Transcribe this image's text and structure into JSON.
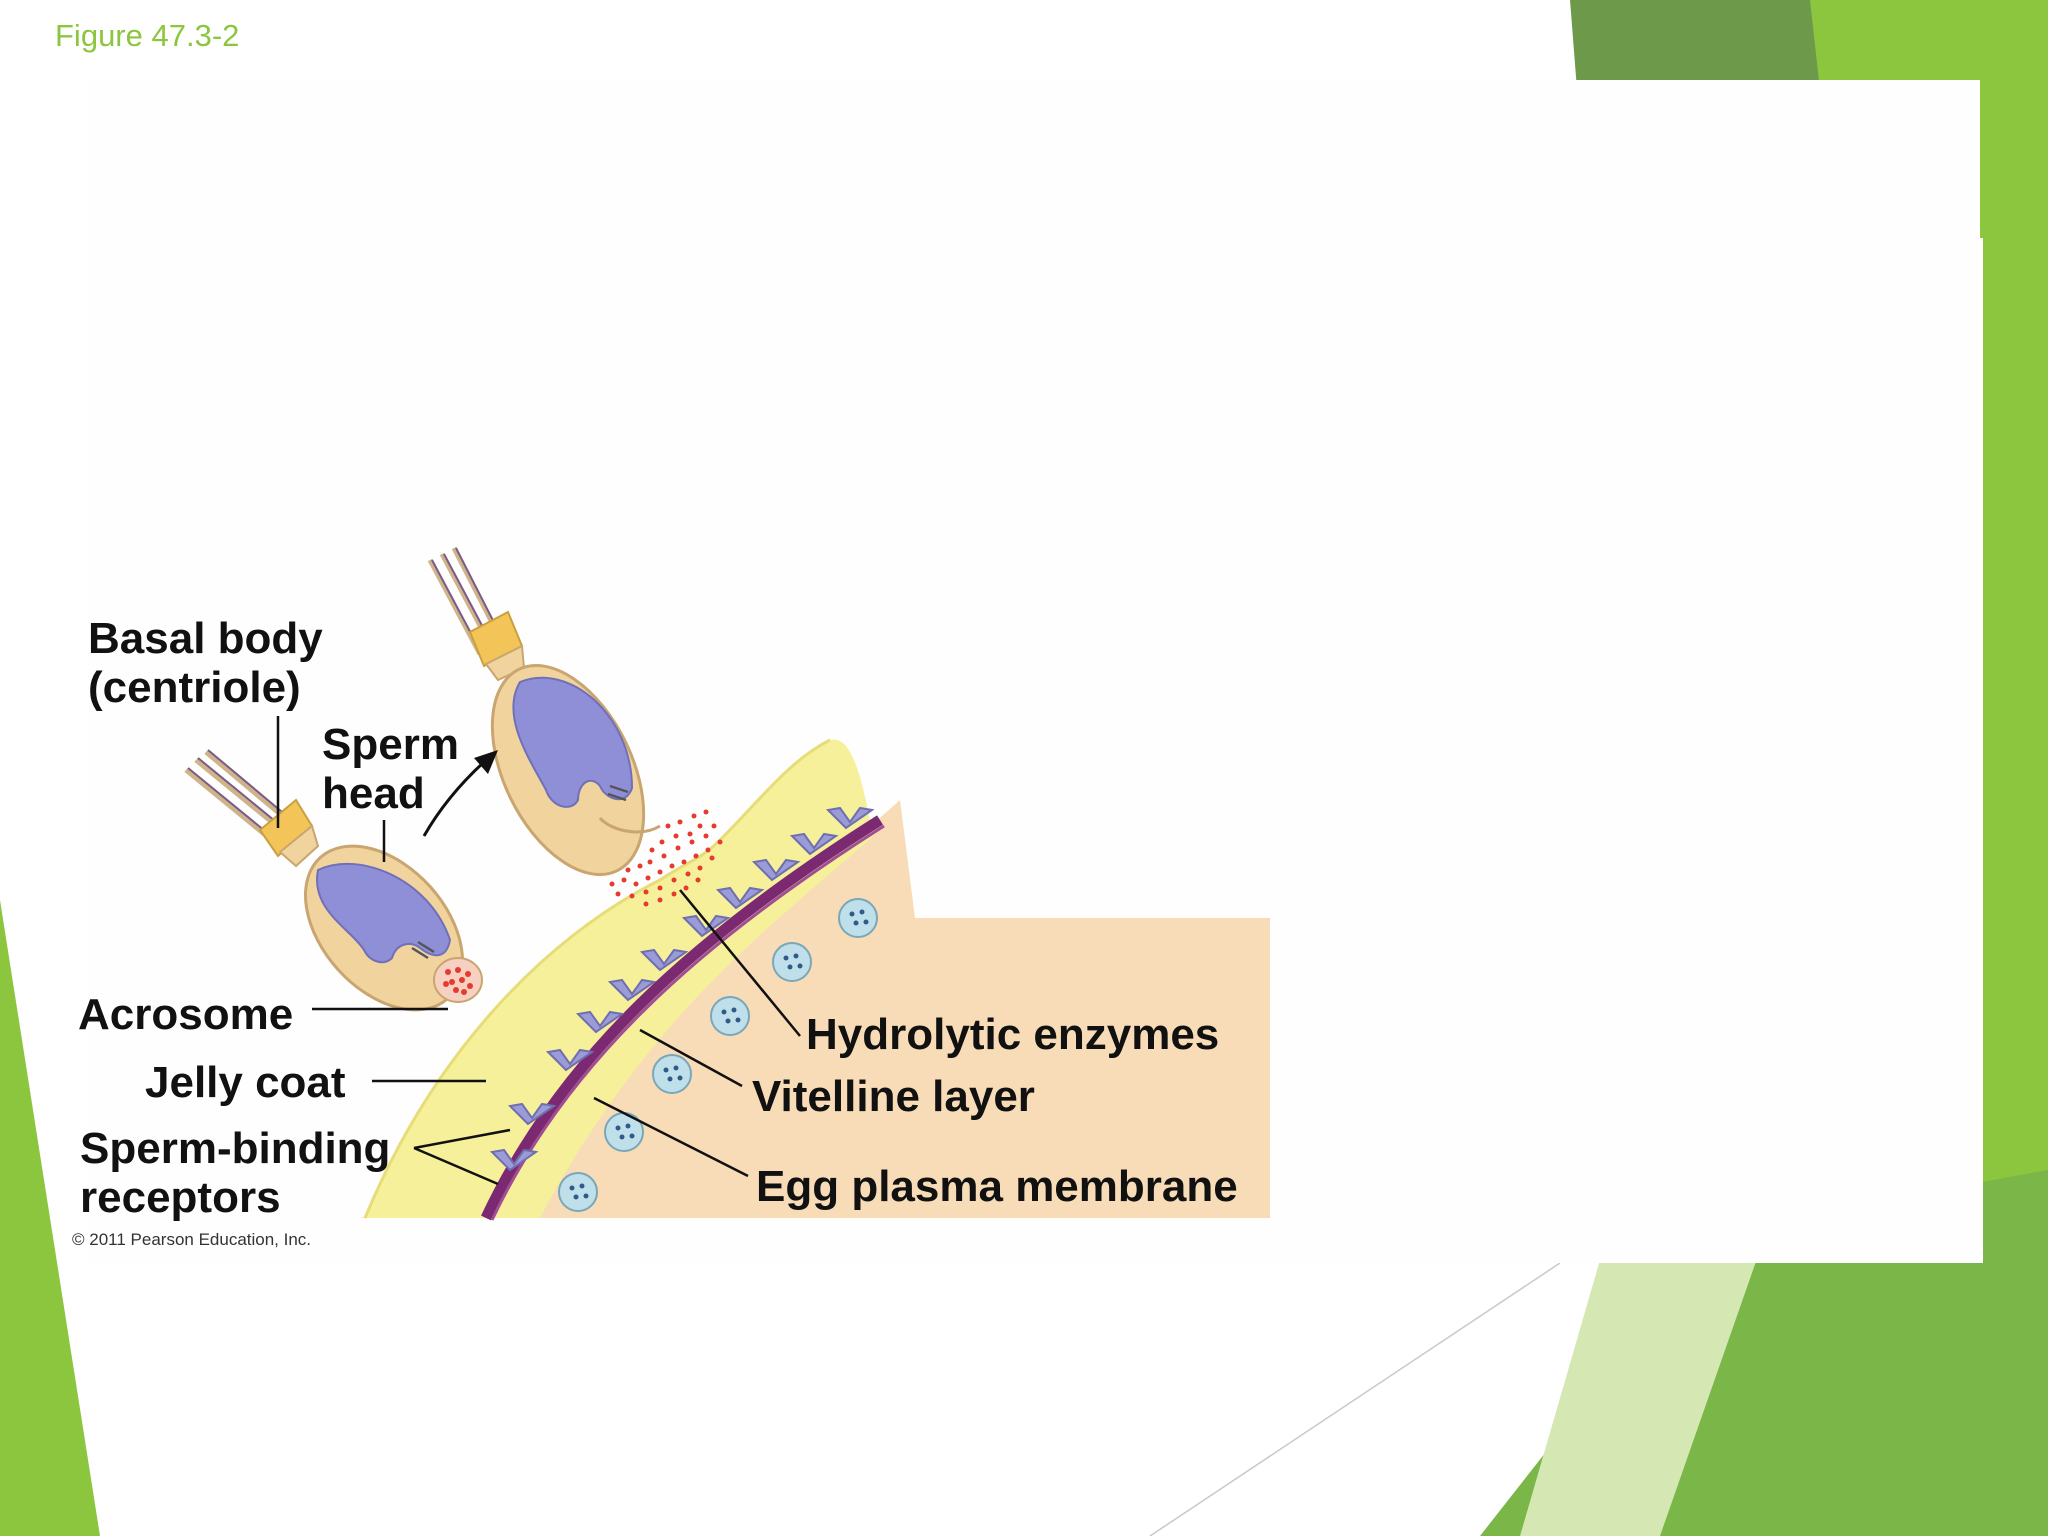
{
  "slide": {
    "title": "Figure 47.3-2",
    "colors": {
      "accent_green": "#8cc63f",
      "dark_green": "#6c9a4a",
      "jelly_coat": "#f6f09a",
      "egg_cytoplasm": "#f7dcb7",
      "vitelline_membrane": "#7b2a72",
      "sperm_nucleus": "#8f8fd8",
      "hydrolytic_enzymes": "#e53a2e"
    }
  },
  "diagram": {
    "labels": {
      "basal_body": [
        "Basal body",
        "(centriole)"
      ],
      "sperm_head": [
        "Sperm",
        "head"
      ],
      "acrosome": "Acrosome",
      "jelly_coat": "Jelly coat",
      "sperm_binding_receptors": [
        "Sperm-binding",
        "receptors"
      ],
      "hydrolytic_enzymes": "Hydrolytic enzymes",
      "vitelline_layer": "Vitelline layer",
      "egg_plasma_membrane": "Egg plasma membrane"
    },
    "copyright": "© 2011 Pearson Education, Inc."
  }
}
